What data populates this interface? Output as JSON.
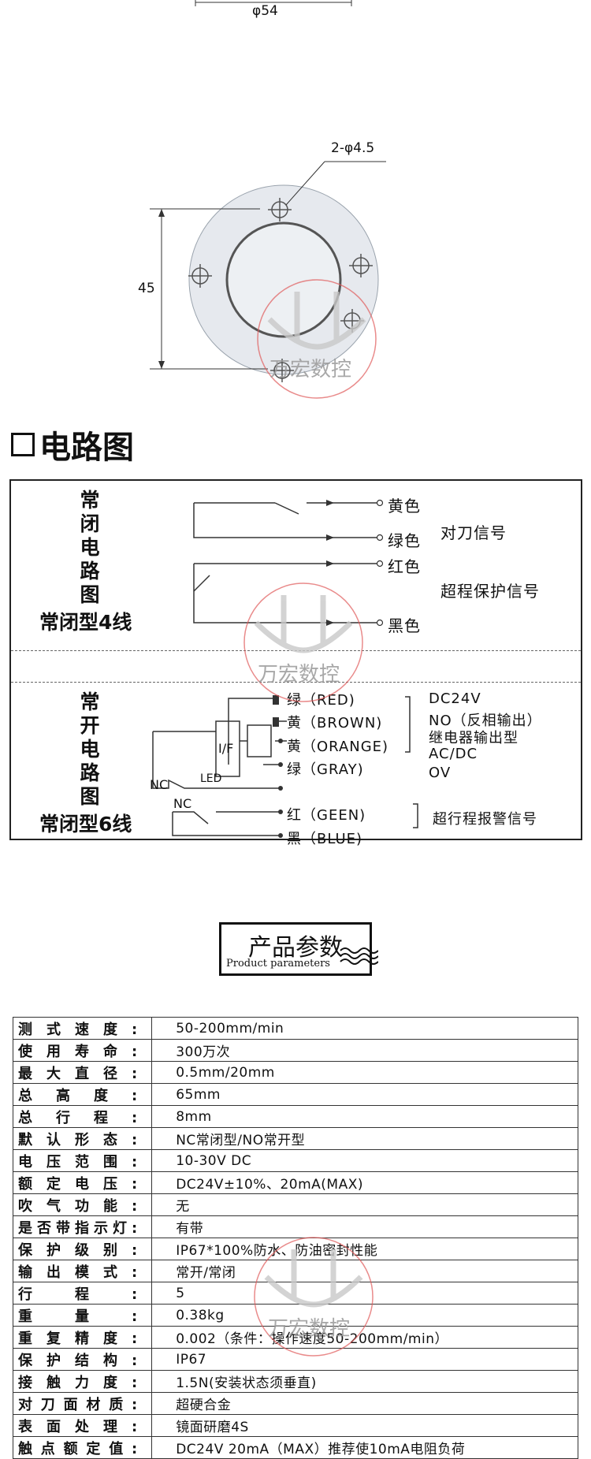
{
  "drawing": {
    "diameter_label": "φ54",
    "hole_label": "2-φ4.5",
    "height_label": "45"
  },
  "watermark": "万宏数控",
  "circuit_section": {
    "title": "电路图",
    "nc_block": {
      "vertical_title": [
        "常",
        "闭",
        "电",
        "路",
        "图"
      ],
      "caption": "常闭型4线",
      "wires": [
        "黄色",
        "绿色",
        "红色",
        "黑色"
      ],
      "signal_tool": "对刀信号",
      "signal_overtravel": "超程保护信号"
    },
    "no_block": {
      "vertical_title": [
        "常",
        "开",
        "电",
        "路",
        "图"
      ],
      "caption": "常闭型6线",
      "wires": [
        "绿（RED)",
        "黄（BROWN)",
        "黄（ORANGE)",
        "绿（GRAY)",
        "红（GEEN)",
        "黑（BLUE)"
      ],
      "right_labels": [
        "DC24V",
        "NO（反相输出）",
        "继电器输出型",
        "AC/DC",
        "OV",
        "超行程报警信号"
      ],
      "nc_label": "NC",
      "nc_label2": "NC",
      "led_label": "LED",
      "if_label": "I/F"
    }
  },
  "product": {
    "title_cn": "产品参数",
    "title_en": "Product parameters"
  },
  "params": [
    {
      "key": "测式速度:",
      "value": "50-200mm/min"
    },
    {
      "key": "使用寿命:",
      "value": "300万次"
    },
    {
      "key": "最大直径:",
      "value": "0.5mm/20mm"
    },
    {
      "key": "总高度:",
      "value": "65mm"
    },
    {
      "key": "总行程:",
      "value": "8mm"
    },
    {
      "key": "默认形态:",
      "value": "NC常闭型/NO常开型"
    },
    {
      "key": "电压范围:",
      "value": "10-30V DC"
    },
    {
      "key": "额定电压:",
      "value": "DC24V±10%、20mA(MAX)"
    },
    {
      "key": "吹气功能:",
      "value": " 无"
    },
    {
      "key": "是否带指示灯:",
      "value": "有带"
    },
    {
      "key": "保护级别:",
      "value": "IP67*100%防水、防油密封性能"
    },
    {
      "key": "输出模式:",
      "value": "常开/常闭"
    },
    {
      "key": "行程:",
      "value": "5"
    },
    {
      "key": "重量:",
      "value": "0.38kg"
    },
    {
      "key": "重复精度:",
      "value": "0.002（条件：操作速度50-200mm/min）"
    },
    {
      "key": "保护结构:",
      "value": "IP67"
    },
    {
      "key": "接触力度:",
      "value": "1.5N(安装状态须垂直)"
    },
    {
      "key": "对刀面材质:",
      "value": "超硬合金"
    },
    {
      "key": "表面处理:",
      "value": "镜面研磨4S"
    },
    {
      "key": "触点额定值:",
      "value": "DC24V 20mA（MAX）推荐使10mA电阻负荷"
    }
  ]
}
